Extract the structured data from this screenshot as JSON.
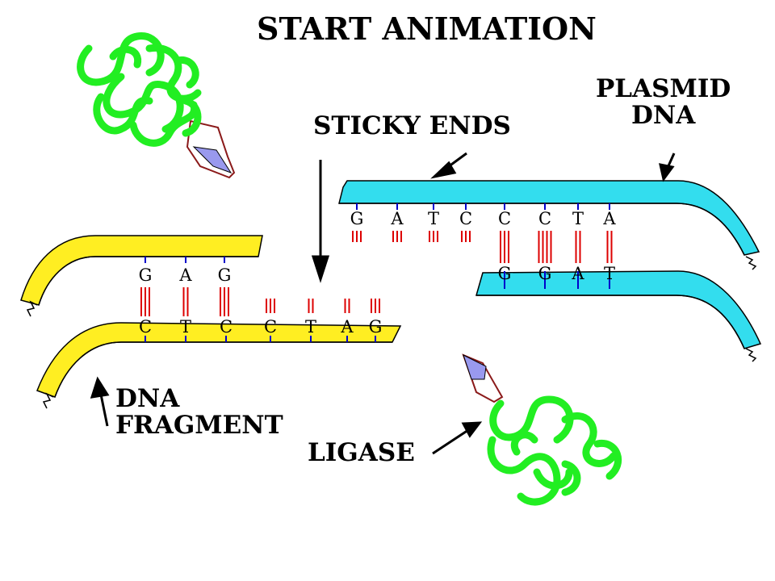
{
  "title": "START ANIMATION",
  "labels": {
    "sticky_ends": "STICKY ENDS",
    "plasmid_line1": "PLASMID",
    "plasmid_line2": "DNA",
    "fragment_line1": "DNA",
    "fragment_line2": "FRAGMENT",
    "ligase": "LIGASE"
  },
  "strands": {
    "plasmid_top": [
      "G",
      "A",
      "T",
      "C",
      "C",
      "C",
      "T",
      "A"
    ],
    "plasmid_bottom": [
      "G",
      "G",
      "A",
      "T"
    ],
    "fragment_top": [
      "G",
      "A",
      "G"
    ],
    "fragment_bottom": [
      "C",
      "T",
      "C",
      "C",
      "T",
      "A",
      "G"
    ]
  },
  "colors": {
    "plasmid": "#33ddee",
    "fragment": "#ffee22",
    "enzyme": "#22ee22",
    "bond": "#dd0000",
    "enzyme_arrow": "#9999ee",
    "stroke": "#000000"
  }
}
